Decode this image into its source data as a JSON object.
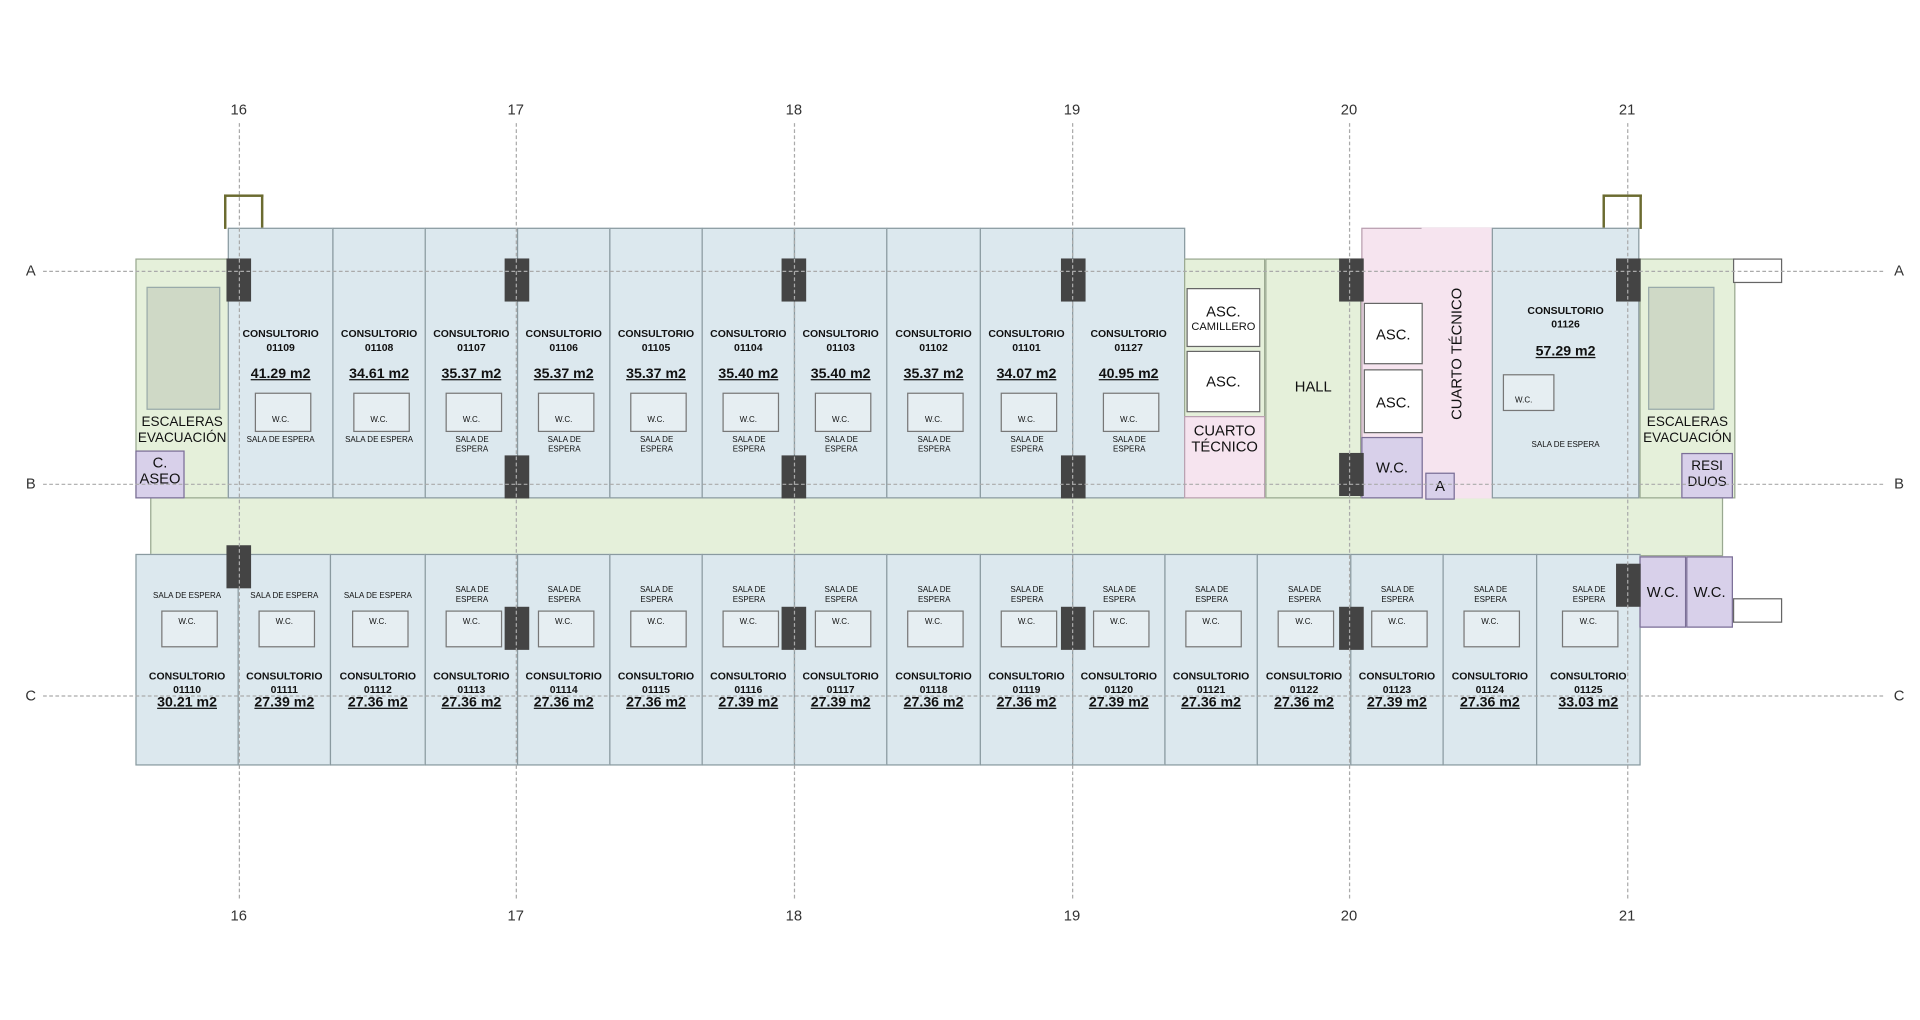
{
  "grid": {
    "columns": [
      "16",
      "17",
      "18",
      "19",
      "20",
      "21"
    ],
    "rows": [
      "A",
      "B",
      "C"
    ]
  },
  "top_rooms": [
    {
      "label": "CONSULTORIO",
      "id": "01109",
      "area": "41.29 m2",
      "wc": "W.C.",
      "sala": "SALA DE ESPERA"
    },
    {
      "label": "CONSULTORIO",
      "id": "01108",
      "area": "34.61 m2",
      "wc": "W.C.",
      "sala": "SALA DE ESPERA"
    },
    {
      "label": "CONSULTORIO",
      "id": "01107",
      "area": "35.37 m2",
      "wc": "W.C.",
      "sala": "SALA DE ESPERA"
    },
    {
      "label": "CONSULTORIO",
      "id": "01106",
      "area": "35.37 m2",
      "wc": "W.C.",
      "sala": "SALA DE ESPERA"
    },
    {
      "label": "CONSULTORIO",
      "id": "01105",
      "area": "35.37 m2",
      "wc": "W.C.",
      "sala": "SALA DE ESPERA"
    },
    {
      "label": "CONSULTORIO",
      "id": "01104",
      "area": "35.40 m2",
      "wc": "W.C.",
      "sala": "SALA DE ESPERA"
    },
    {
      "label": "CONSULTORIO",
      "id": "01103",
      "area": "35.40 m2",
      "wc": "W.C.",
      "sala": "SALA DE ESPERA"
    },
    {
      "label": "CONSULTORIO",
      "id": "01102",
      "area": "35.37 m2",
      "wc": "W.C.",
      "sala": "SALA DE ESPERA"
    },
    {
      "label": "CONSULTORIO",
      "id": "01101",
      "area": "34.07 m2",
      "wc": "W.C.",
      "sala": "SALA DE ESPERA"
    },
    {
      "label": "CONSULTORIO",
      "id": "01127",
      "area": "40.95 m2",
      "wc": "W.C.",
      "sala": "SALA DE ESPERA"
    }
  ],
  "bottom_rooms": [
    {
      "label": "CONSULTORIO",
      "id": "01110",
      "area": "30.21 m2",
      "wc": "W.C.",
      "sala": "SALA DE ESPERA"
    },
    {
      "label": "CONSULTORIO",
      "id": "01111",
      "area": "27.39 m2",
      "wc": "W.C.",
      "sala": "SALA DE ESPERA"
    },
    {
      "label": "CONSULTORIO",
      "id": "01112",
      "area": "27.36 m2",
      "wc": "W.C.",
      "sala": "SALA DE ESPERA"
    },
    {
      "label": "CONSULTORIO",
      "id": "01113",
      "area": "27.36 m2",
      "wc": "W.C.",
      "sala": "SALA DE ESPERA"
    },
    {
      "label": "CONSULTORIO",
      "id": "01114",
      "area": "27.36 m2",
      "wc": "W.C.",
      "sala": "SALA DE ESPERA"
    },
    {
      "label": "CONSULTORIO",
      "id": "01115",
      "area": "27.36 m2",
      "wc": "W.C.",
      "sala": "SALA DE ESPERA"
    },
    {
      "label": "CONSULTORIO",
      "id": "01116",
      "area": "27.39 m2",
      "wc": "W.C.",
      "sala": "SALA DE ESPERA"
    },
    {
      "label": "CONSULTORIO",
      "id": "01117",
      "area": "27.39 m2",
      "wc": "W.C.",
      "sala": "SALA DE ESPERA"
    },
    {
      "label": "CONSULTORIO",
      "id": "01118",
      "area": "27.36 m2",
      "wc": "W.C.",
      "sala": "SALA DE ESPERA"
    },
    {
      "label": "CONSULTORIO",
      "id": "01119",
      "area": "27.36 m2",
      "wc": "W.C.",
      "sala": "SALA DE ESPERA"
    },
    {
      "label": "CONSULTORIO",
      "id": "01120",
      "area": "27.39 m2",
      "wc": "W.C.",
      "sala": "SALA DE ESPERA"
    },
    {
      "label": "CONSULTORIO",
      "id": "01121",
      "area": "27.36 m2",
      "wc": "W.C.",
      "sala": "SALA DE ESPERA"
    },
    {
      "label": "CONSULTORIO",
      "id": "01122",
      "area": "27.36 m2",
      "wc": "W.C.",
      "sala": "SALA DE ESPERA"
    },
    {
      "label": "CONSULTORIO",
      "id": "01123",
      "area": "27.39 m2",
      "wc": "W.C.",
      "sala": "SALA DE ESPERA"
    },
    {
      "label": "CONSULTORIO",
      "id": "01124",
      "area": "27.36 m2",
      "wc": "W.C.",
      "sala": "SALA DE ESPERA"
    },
    {
      "label": "CONSULTORIO",
      "id": "01125",
      "area": "33.03 m2",
      "wc": "W.C.",
      "sala": "SALA DE ESPERA"
    }
  ],
  "consultorio_01126": {
    "label": "CONSULTORIO",
    "id": "01126",
    "area": "57.29 m2",
    "wc": "W.C.",
    "sala": "SALA DE ESPERA"
  },
  "spaces": {
    "stairs_left": "ESCALERAS EVACUACIÓN",
    "stairs_right": "ESCALERAS EVACUACIÓN",
    "c_aseo": "C. ASEO",
    "residuos": "RESI DUOS",
    "asc_camillero_1": "ASC.",
    "asc_camillero_2": "CAMILLERO",
    "asc_1": "ASC.",
    "cuarto_tecnico_1": "CUARTO TÉCNICO",
    "hall": "HALL",
    "asc_2": "ASC.",
    "asc_3": "ASC.",
    "cuarto_tecnico_2": "CUARTO TÉCNICO",
    "wc_core": "W.C.",
    "a_box": "A",
    "wc_right_1": "W.C.",
    "wc_right_2": "W.C."
  },
  "colors": {
    "consultorio": "#dce8ee",
    "circulation": "#e5f0da",
    "technical": "#f6e4ef",
    "service": "#d8d0ea",
    "pillar": "#444444"
  }
}
